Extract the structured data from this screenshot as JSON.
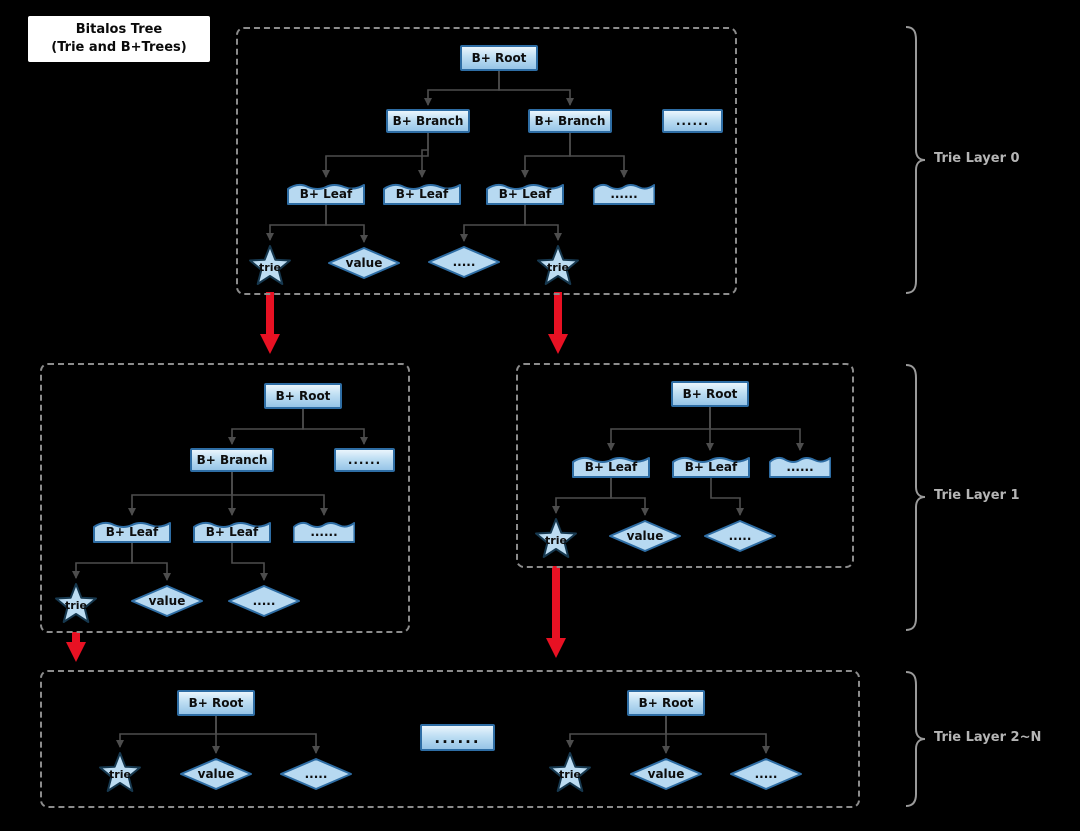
{
  "title": {
    "line1": "Bitalos Tree",
    "line2": "(Trie and B+Trees)"
  },
  "side_labels": [
    "Trie Layer 0",
    "Trie Layer 1",
    "Trie Layer 2~N"
  ],
  "layer0": {
    "root": "B+ Root",
    "branch1": "B+ Branch",
    "branch2": "B+ Branch",
    "branch_dots": "......",
    "leaf1": "B+ Leaf",
    "leaf2": "B+ Leaf",
    "leaf3": "B+ Leaf",
    "leaf_dots": "......",
    "trie1": "trie",
    "value": "value",
    "diamond_dots": ".....",
    "trie2": "trie"
  },
  "layer1_left": {
    "root": "B+ Root",
    "branch": "B+ Branch",
    "branch_dots": "......",
    "leaf1": "B+ Leaf",
    "leaf2": "B+ Leaf",
    "leaf_dots": "......",
    "trie": "trie",
    "value": "value",
    "diamond_dots": "....."
  },
  "layer1_right": {
    "root": "B+ Root",
    "leaf1": "B+ Leaf",
    "leaf2": "B+ Leaf",
    "leaf_dots": "......",
    "trie": "trie",
    "value": "value",
    "diamond_dots": "....."
  },
  "layer2": {
    "left": {
      "root": "B+ Root",
      "trie": "trie",
      "value": "value",
      "diamond_dots": "....."
    },
    "middle_dots": "......",
    "right": {
      "root": "B+ Root",
      "trie": "trie",
      "value": "value",
      "diamond_dots": "....."
    }
  },
  "colors": {
    "background": "#000000",
    "node_border": "#2e6da4",
    "node_fill": "#b7d9f1",
    "connector": "#4d4d4d",
    "red_arrow": "#e81123",
    "brace": "#9a9a9a"
  }
}
